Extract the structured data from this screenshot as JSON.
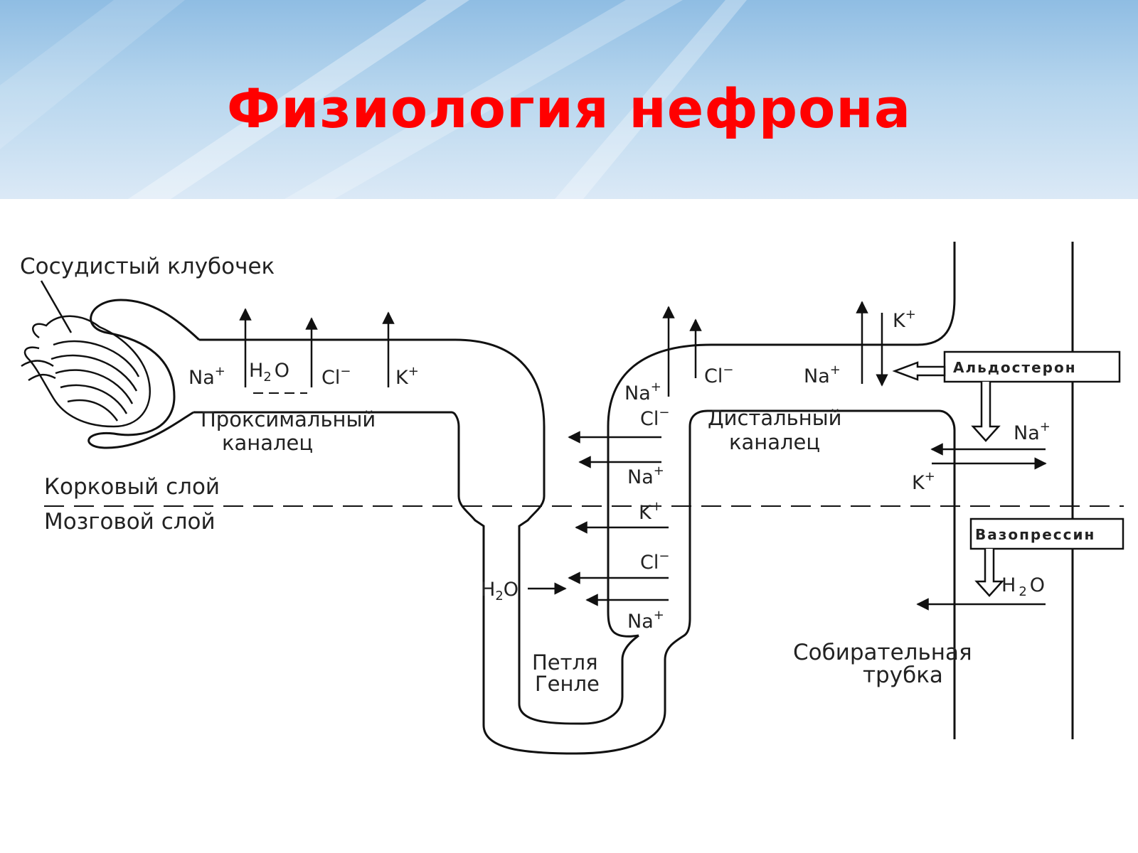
{
  "title": "Физиология нефрона",
  "labels": {
    "glomerulus": "Сосудистый клубочек",
    "proximal_1": "Проксимальный",
    "proximal_2": "каналец",
    "distal_1": "Дистальный",
    "distal_2": "каналец",
    "cortex": "Корковый слой",
    "medulla": "Мозговой слой",
    "henle_1": "Петля",
    "henle_2": "Генле",
    "collecting_1": "Собирательная",
    "collecting_2": "трубка",
    "aldosterone": "Альдостерон",
    "vasopressin": "Вазопрессин"
  },
  "ions": {
    "na": "Na",
    "cl": "Cl",
    "k": "K",
    "h": "H",
    "o": "O",
    "two": "2",
    "plus": "+",
    "minus": "−"
  },
  "colors": {
    "title": "#ff0000",
    "line": "#111111"
  }
}
